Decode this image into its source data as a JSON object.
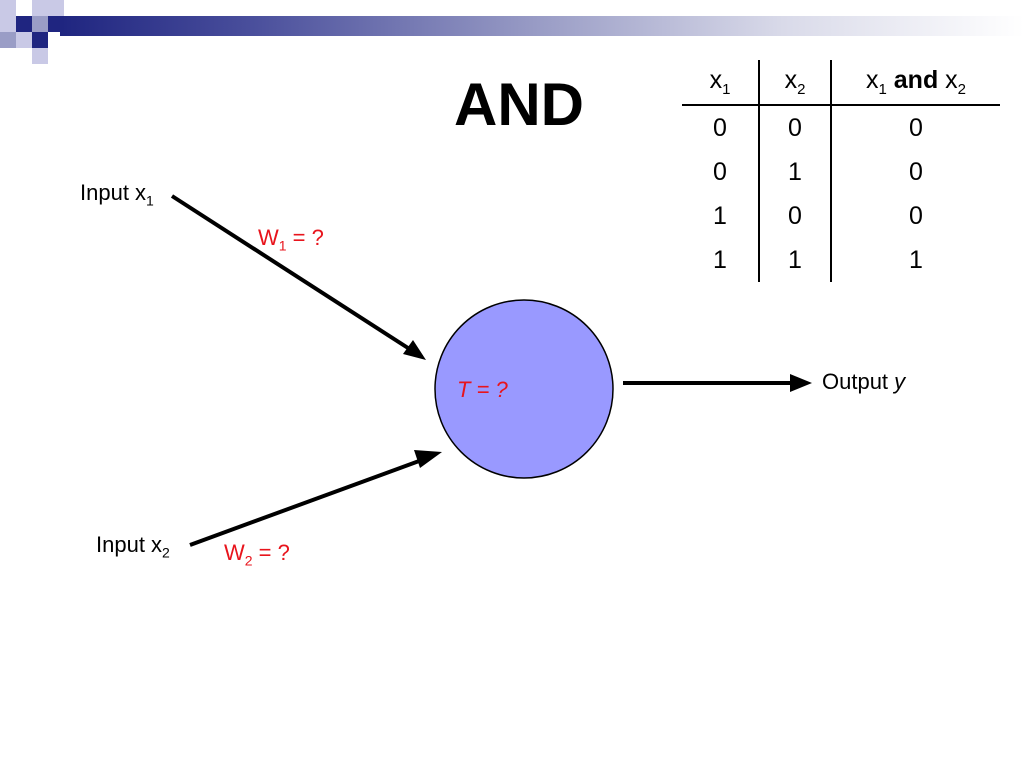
{
  "title": "AND",
  "colors": {
    "neuron_fill": "#9999ff",
    "weight_text": "#e8141c",
    "header_band": "#1f2580"
  },
  "truth_table": {
    "headers": {
      "x1_base": "x",
      "x1_sub": "1",
      "x2_base": "x",
      "x2_sub": "2",
      "and_left_base": "x",
      "and_left_sub": "1",
      "and_word": "and",
      "and_right_base": "x",
      "and_right_sub": "2"
    },
    "rows": [
      [
        "0",
        "0",
        "0"
      ],
      [
        "0",
        "1",
        "0"
      ],
      [
        "1",
        "0",
        "0"
      ],
      [
        "1",
        "1",
        "1"
      ]
    ]
  },
  "diagram": {
    "input1": {
      "text": "Input x",
      "sub": "1"
    },
    "input2": {
      "text": "Input x",
      "sub": "2"
    },
    "w1": {
      "base": "W",
      "sub": "1",
      "rest": " = ?"
    },
    "w2": {
      "base": "W",
      "sub": "2",
      "rest": " = ?"
    },
    "threshold": "T = ?",
    "output": {
      "text": "Output ",
      "var": "y"
    }
  }
}
